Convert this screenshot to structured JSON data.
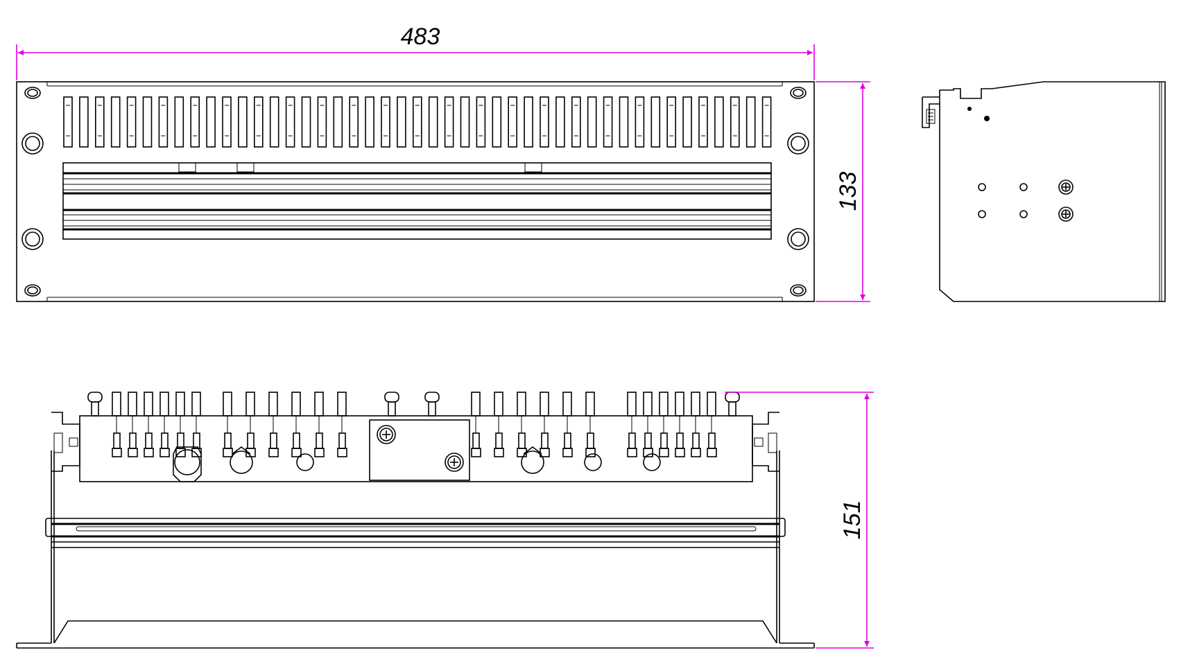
{
  "dimensions": {
    "width_label": "483",
    "height_label": "133",
    "depth_label": "151"
  },
  "colors": {
    "dimension_line": "#e000e0",
    "outline": "#000000",
    "background": "#ffffff"
  }
}
